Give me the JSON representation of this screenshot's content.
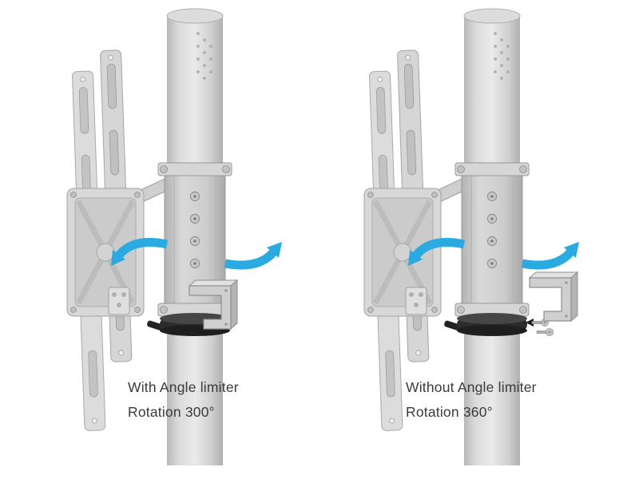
{
  "page": {
    "background": "#ffffff",
    "description": "Ceiling TV mount pole rotation instruction diagram"
  },
  "colors": {
    "page-bg": "#ffffff",
    "arrow-blue": "#29ABE2",
    "clamp-ring": "#2b2b2b",
    "metal-light": "#dcdcdc",
    "metal-mid": "#c9c9c9",
    "text": "#3a3a3a"
  },
  "panels": [
    {
      "id": "with-limiter",
      "caption_line1": "With Angle limiter",
      "caption_line2": "Rotation 300°",
      "limiter_attached": true
    },
    {
      "id": "without-limiter",
      "caption_line1": "Without Angle limiter",
      "caption_line2": "Rotation 360°",
      "limiter_attached": false
    }
  ]
}
